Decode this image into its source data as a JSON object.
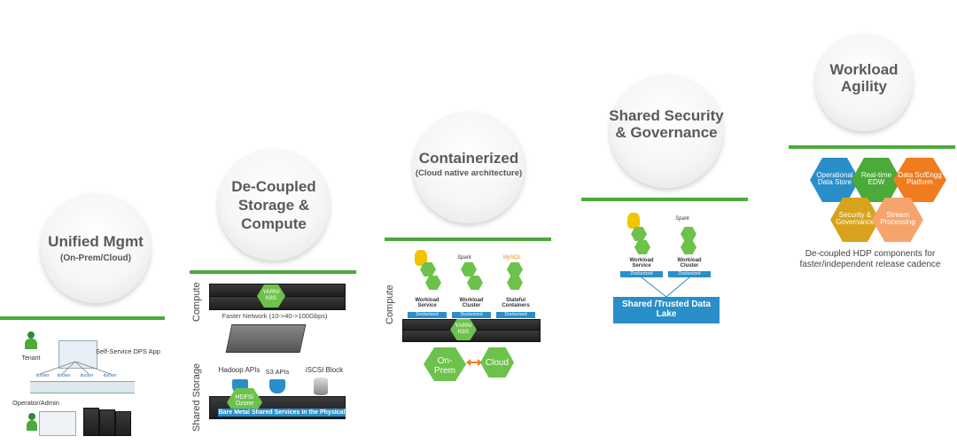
{
  "pillars": {
    "unified": {
      "title": "Unified Mgmt",
      "subtitle": "(On-Prem/Cloud)"
    },
    "decoupled": {
      "title_l1": "De-Coupled",
      "title_l2": "Storage &",
      "title_l3": "Compute"
    },
    "containerized": {
      "title": "Containerized",
      "subtitle": "(Cloud native architecture)"
    },
    "security": {
      "title_l1": "Shared Security",
      "title_l2": "& Governance"
    },
    "agility": {
      "title_l1": "Workload",
      "title_l2": "Agility"
    }
  },
  "unified_panel": {
    "tenant": "Tenant",
    "app": "Self-Service DPS App",
    "docker": "docker",
    "operator": "Operator/Admin"
  },
  "decoupled_panel": {
    "compute": "Compute",
    "shared_storage": "Shared Storage",
    "yarn": "YARN/ K8S",
    "network": "Faster Network (10->40->100Gbps)",
    "hadoop": "Hadoop APIs",
    "s3": "S3 APIs",
    "iscsi": "iSCSI Block",
    "hdfs": "HDFS/ Ozone",
    "bare_metal": "Bare Metal Shared Services in the Physical"
  },
  "containerized_panel": {
    "compute": "Compute",
    "hive": "Hive",
    "spark": "Spark",
    "mysql": "MySQL",
    "workload_service": "Workload Service",
    "workload_cluster": "Workload Cluster",
    "stateful": "Stateful Containers",
    "dockerized": "Dockerized",
    "yarn": "YARN/ K8S",
    "onprem": "On- Prem",
    "cloud": "Cloud"
  },
  "security_panel": {
    "hive": "Hive",
    "spark": "Spark",
    "workload_service": "Workload Service",
    "workload_cluster": "Workload Cluster",
    "dockerized": "Dockerized",
    "datalake": "Shared /Trusted Data Lake"
  },
  "agility_panel": {
    "hex1": "Operational Data Store",
    "hex2": "Real-time EDW",
    "hex3": "Data Sc/Engg Platform",
    "hex4": "Security & Governance",
    "hex5": "Stream Processing",
    "caption": "De-coupled HDP components for faster/independent release cadence"
  },
  "colors": {
    "green": "#4aaa3a",
    "blue": "#2a8ec9",
    "orange": "#f07c1e",
    "gold": "#d9a21c",
    "peach": "#f6a46c",
    "hexgreen": "#6cc24a"
  }
}
